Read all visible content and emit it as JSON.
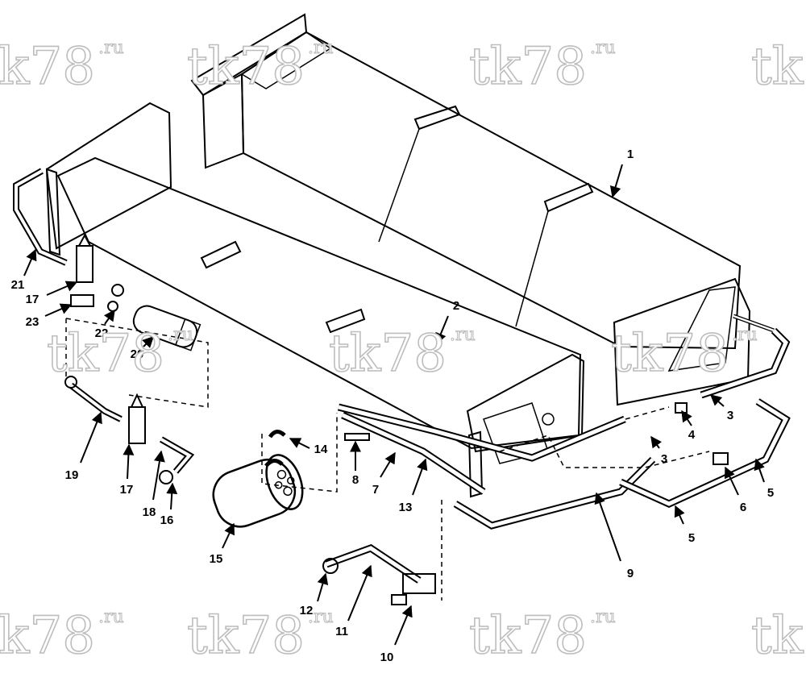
{
  "watermark": {
    "main": "tk78",
    "suffix": ".ru"
  },
  "callouts": [
    "1",
    "2",
    "3",
    "3",
    "4",
    "5",
    "5",
    "6",
    "7",
    "8",
    "9",
    "10",
    "11",
    "12",
    "13",
    "14",
    "15",
    "16",
    "17",
    "17",
    "18",
    "19",
    "20",
    "21",
    "22",
    "23"
  ],
  "colors": {
    "ink": "#000000",
    "watermark": "#bdbdbd",
    "background": "#ffffff"
  }
}
